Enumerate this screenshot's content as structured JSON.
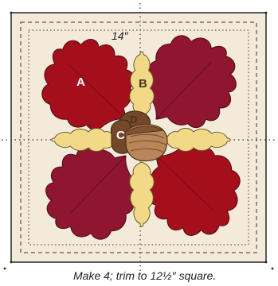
{
  "diagram": {
    "dimension_label": "14″",
    "caption": "Make 4; trim to 12½″ square.",
    "piece_labels": {
      "a": "A",
      "b": "B",
      "c": "C",
      "d": "D"
    },
    "colors": {
      "background_fabric": "#f4ead9",
      "leaf_red_dark": "#8e1630",
      "leaf_red_bright": "#a50f1c",
      "leaf_tan": "#f1d987",
      "acorn_cap": "#73482a",
      "acorn_nut": "#b9865a"
    }
  }
}
